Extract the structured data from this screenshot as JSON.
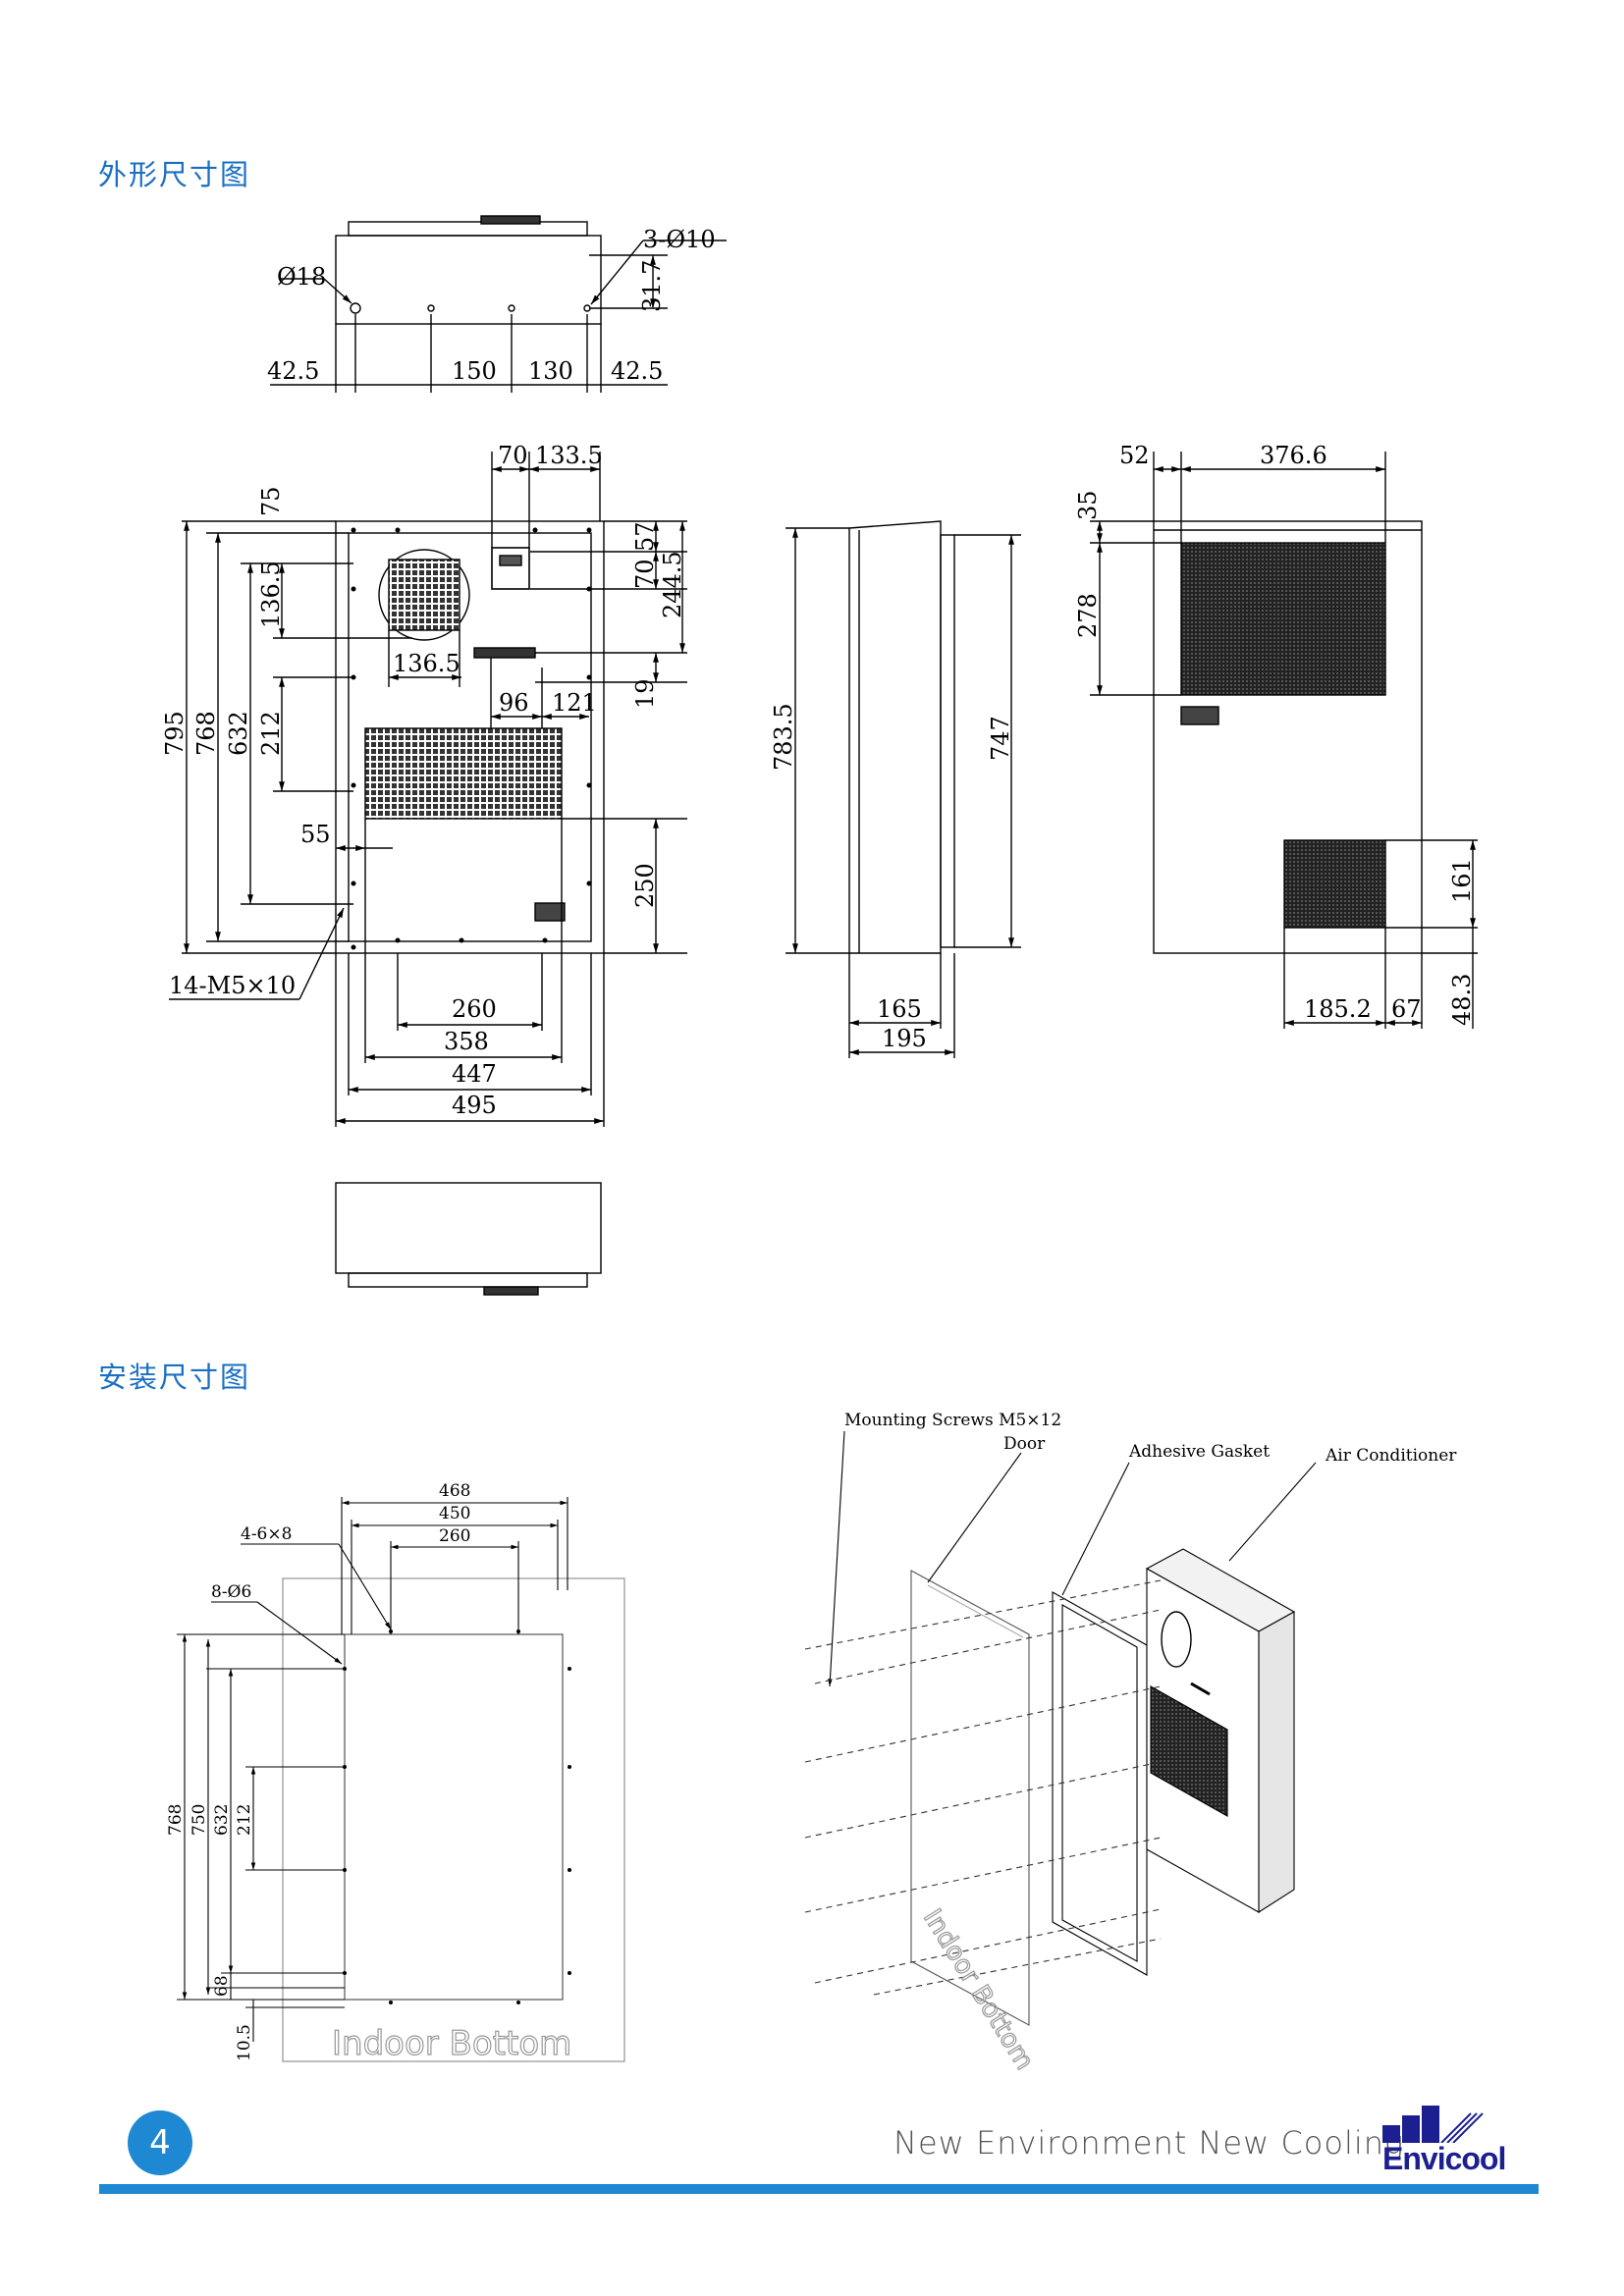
{
  "sections": {
    "outline": "外形尺寸图",
    "installation": "安装尺寸图"
  },
  "top_view": {
    "dims": [
      "Ø18",
      "3-Ø10",
      "31.7",
      "42.5",
      "150",
      "130",
      "42.5"
    ]
  },
  "front_view": {
    "dims_top": [
      "70",
      "133.5"
    ],
    "dims_right": [
      "57",
      "70",
      "244.5",
      "19",
      "250"
    ],
    "dims_left": [
      "75",
      "136.5",
      "795",
      "768",
      "632",
      "212"
    ],
    "dims_inner": [
      "136.5",
      "96",
      "121",
      "55"
    ],
    "dims_bottom": [
      "260",
      "358",
      "447",
      "495"
    ],
    "screws": "14-M5×10"
  },
  "side_view": {
    "dims": [
      "783.5",
      "747",
      "165",
      "195"
    ]
  },
  "back_view": {
    "dims": [
      "52",
      "376.6",
      "35",
      "278",
      "161",
      "185.2",
      "67",
      "48.3"
    ]
  },
  "cutout_view": {
    "dims_top": [
      "468",
      "450",
      "260"
    ],
    "holes_a": "4-6×8",
    "holes_b": "8-Ø6",
    "dims_left": [
      "768",
      "750",
      "632",
      "212",
      "68",
      "10.5"
    ],
    "watermark": "Indoor  Bottom"
  },
  "exploded_view": {
    "labels": {
      "screws": "Mounting Screws M5×12",
      "door": "Door",
      "gasket": "Adhesive Gasket",
      "ac": "Air Conditioner"
    },
    "door_text": "Indoor Bottom"
  },
  "footer": {
    "page_number": "4",
    "slogan": "New Environment   New Cooling",
    "brand": "Envicool"
  },
  "colors": {
    "accent": "#1e88d2",
    "title": "#1a6fc2",
    "brand": "#1b1f8f"
  }
}
